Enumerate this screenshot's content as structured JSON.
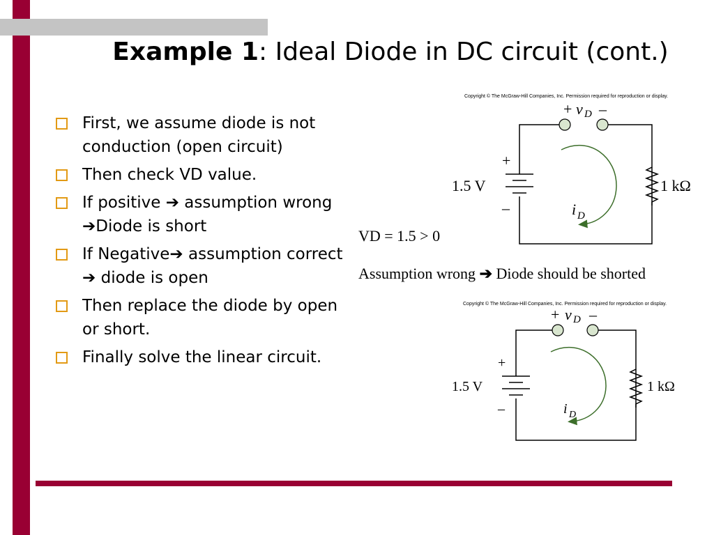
{
  "title": {
    "bold": "Example 1",
    "rest": ": Ideal Diode in DC circuit (cont.)"
  },
  "bullets": [
    {
      "text": "First, we assume diode is not conduction (open circuit)"
    },
    {
      "text": "Then check VD value."
    },
    {
      "pre": "If positive ",
      "arrow": "➔",
      "post": " assumption wrong ",
      "arrow2": "➔",
      "post2": "Diode is short"
    },
    {
      "pre": "If Negative",
      "arrow": "➔",
      "post": " assumption correct ",
      "arrow2": "➔",
      "post2": " diode is open"
    },
    {
      "text": "Then replace the diode by open or short."
    },
    {
      "text": "Finally solve the linear circuit."
    }
  ],
  "vd_line": "VD = 1.5 > 0",
  "assumption": {
    "pre": "Assumption wrong ",
    "arrow": "➔",
    "post": " Diode should be shorted"
  },
  "figure1": {
    "copyright": "Copyright © The McGraw-Hill Companies, Inc. Permission required for reproduction or display.",
    "vd_plus": "+",
    "vd_v": "v",
    "vd_sub": "D",
    "vd_minus": "–",
    "src_plus": "+",
    "src_minus": "–",
    "src_label": "1.5 V",
    "res_label": "1 kΩ",
    "i_label": "i",
    "i_sub": "D"
  },
  "figure2": {
    "copyright": "Copyright © The McGraw-Hill Companies, Inc. Permission required for reproduction or display.",
    "vd_plus": "+",
    "vd_v": "v",
    "vd_sub": "D",
    "vd_minus": "–",
    "src_plus": "+",
    "src_minus": "–",
    "src_label": "1.5 V",
    "res_label": "1 kΩ",
    "i_label": "i",
    "i_sub": "D"
  },
  "colors": {
    "accent_bar": "#990033",
    "gray_bar": "#c4c4c4",
    "bullet_box": "#e29a15",
    "terminal_fill": "#d9e6cf",
    "current_arrow": "#3c6e2a"
  }
}
